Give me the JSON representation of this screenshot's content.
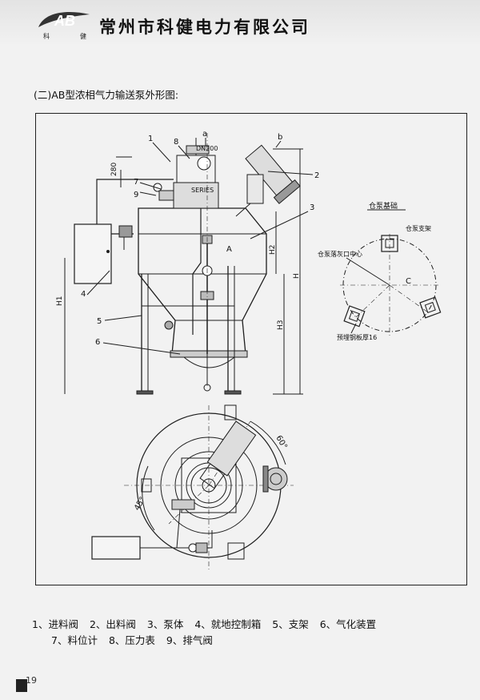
{
  "header": {
    "logo_text": "AB",
    "logo_sub_left": "科",
    "logo_sub_right": "健",
    "company": "常州市科健电力有限公司"
  },
  "section_title": "(二)AB型浓相气力输送泵外形图:",
  "drawing": {
    "callouts": [
      "1",
      "8",
      "a",
      "b",
      "2",
      "3",
      "7",
      "9",
      "4",
      "5",
      "6"
    ],
    "dn": "DN200",
    "dim_280": "280",
    "dim_h1": "H1",
    "dim_h2": "H2",
    "dim_h3": "H3",
    "dim_h": "H",
    "mark_a": "A",
    "series": "SERIES",
    "foundation_title": "仓泵基础",
    "foundation_support": "仓泵支架",
    "foundation_center": "仓泵落灰口中心",
    "foundation_plate": "预埋钢板厚16",
    "foundation_c": "C",
    "angle_60": "60°",
    "angle_45": "45°"
  },
  "legend": {
    "row1": [
      "1、进料阀",
      "2、出料阀",
      "3、泵体",
      "4、就地控制箱",
      "5、支架",
      "6、气化装置"
    ],
    "row2": [
      "7、料位计",
      "8、压力表",
      "9、排气阀"
    ]
  },
  "page_number": "19"
}
